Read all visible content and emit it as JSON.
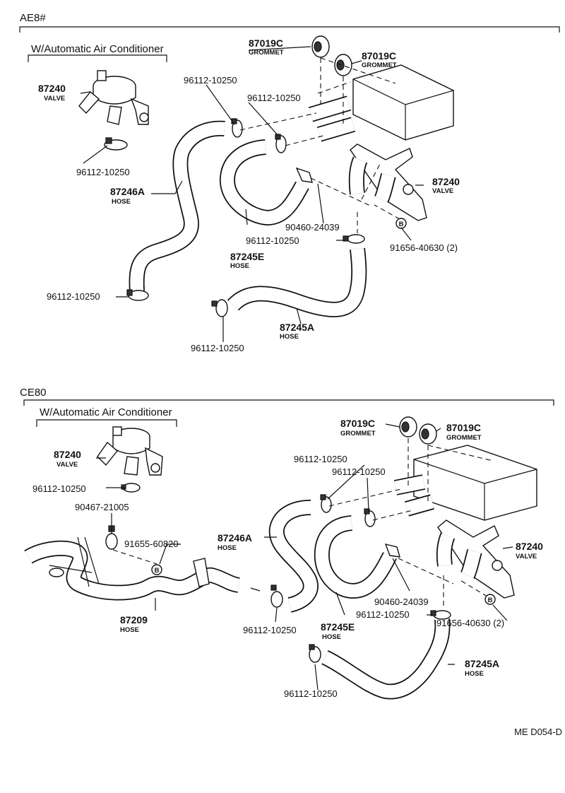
{
  "diagram_code": "ME D054-D",
  "sections": [
    {
      "model": "AE8#",
      "option": "W/Automatic Air Conditioner"
    },
    {
      "model": "CE80",
      "option": "W/Automatic Air Conditioner"
    }
  ],
  "top_labels": {
    "valve_left_num": "87240",
    "valve_left_sub": "VALVE",
    "clamp_under_valve": "96112-10250",
    "grommet1_num": "87019C",
    "grommet1_sub": "GROMMET",
    "grommet2_num": "87019C",
    "grommet2_sub": "GROMMET",
    "clamp_a": "96112-10250",
    "clamp_b": "96112-10250",
    "hose_246a_num": "87246A",
    "hose_246a_sub": "HOSE",
    "valve_right_num": "87240",
    "valve_right_sub": "VALVE",
    "clip": "90460-24039",
    "clamp_c": "96112-10250",
    "bolt": "91656-40630 (2)",
    "hose_245e_num": "87245E",
    "hose_245e_sub": "HOSE",
    "clamp_d": "96112-10250",
    "hose_245a_num": "87245A",
    "hose_245a_sub": "HOSE",
    "clamp_e": "96112-10250"
  },
  "bottom_labels": {
    "grommet1_num": "87019C",
    "grommet1_sub": "GROMMET",
    "grommet2_num": "87019C",
    "grommet2_sub": "GROMMET",
    "valve_left_num": "87240",
    "valve_left_sub": "VALVE",
    "clamp_under_valve": "96112-10250",
    "clamp_a": "96112-10250",
    "clamp_b": "96112-10250",
    "clamp_90467": "90467-21005",
    "bolt_91655": "91655-60820",
    "hose_246a_num": "87246A",
    "hose_246a_sub": "HOSE",
    "valve_right_num": "87240",
    "valve_right_sub": "VALVE",
    "hose_87209_num": "87209",
    "hose_87209_sub": "HOSE",
    "clip": "90460-24039",
    "clamp_c": "96112-10250",
    "clamp_d": "96112-10250",
    "hose_245e_num": "87245E",
    "hose_245e_sub": "HOSE",
    "bolt": "91656-40630 (2)",
    "hose_245a_num": "87245A",
    "hose_245a_sub": "HOSE",
    "clamp_e": "96112-10250"
  },
  "bolt_marker": "B"
}
